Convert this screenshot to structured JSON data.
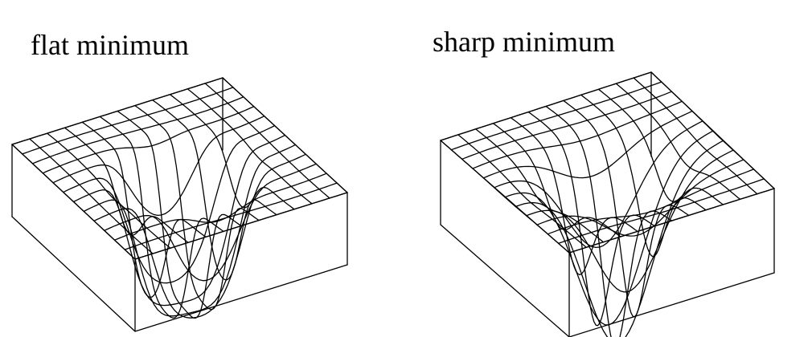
{
  "labels": {
    "flat": "flat minimum",
    "sharp": "sharp minimum"
  },
  "surfaces": {
    "flat": {
      "type": "flat",
      "grid_lines": 12,
      "depth": 1.0
    },
    "sharp": {
      "type": "sharp",
      "grid_lines": 12,
      "depth": 1.0
    }
  },
  "colors": {
    "stroke": "#000000",
    "background": "#ffffff"
  }
}
